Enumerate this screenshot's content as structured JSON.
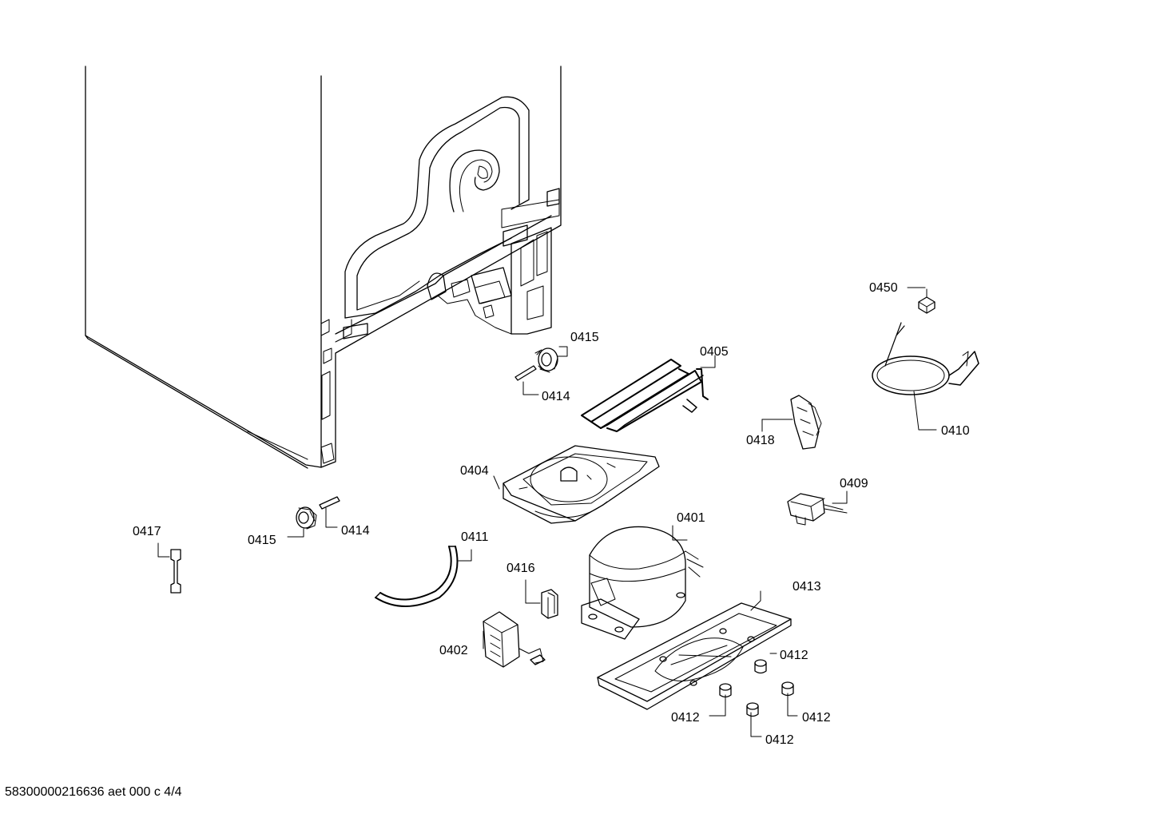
{
  "labels": {
    "p0401": "0401",
    "p0402": "0402",
    "p0404": "0404",
    "p0405": "0405",
    "p0409": "0409",
    "p0410": "0410",
    "p0411": "0411",
    "p0412": "0412",
    "p0413": "0413",
    "p0414": "0414",
    "p0415": "0415",
    "p0416": "0416",
    "p0417": "0417",
    "p0418": "0418",
    "p0450": "0450"
  },
  "footer": "58300000216636 aet 000 c 4/4"
}
